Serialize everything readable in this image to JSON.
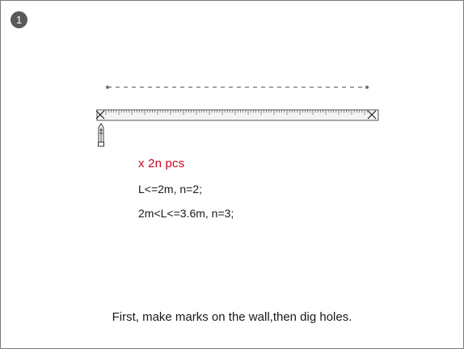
{
  "step": {
    "number": "1"
  },
  "diagram": {
    "dashed_line_color": "#6e6e6e",
    "ruler_color": "#555555",
    "ruler_fill": "#f2f2f2",
    "icons": [
      "dashed-measure-line",
      "ruler-icon",
      "cross-mark-left-icon",
      "cross-mark-right-icon",
      "pencil-icon"
    ]
  },
  "quantity": {
    "text": "x 2n pcs",
    "color": "#d0021b"
  },
  "conditions": [
    "L<=2m, n=2;",
    "2m<L<=3.6m, n=3;"
  ],
  "caption": "First, make marks on the wall,then dig holes."
}
